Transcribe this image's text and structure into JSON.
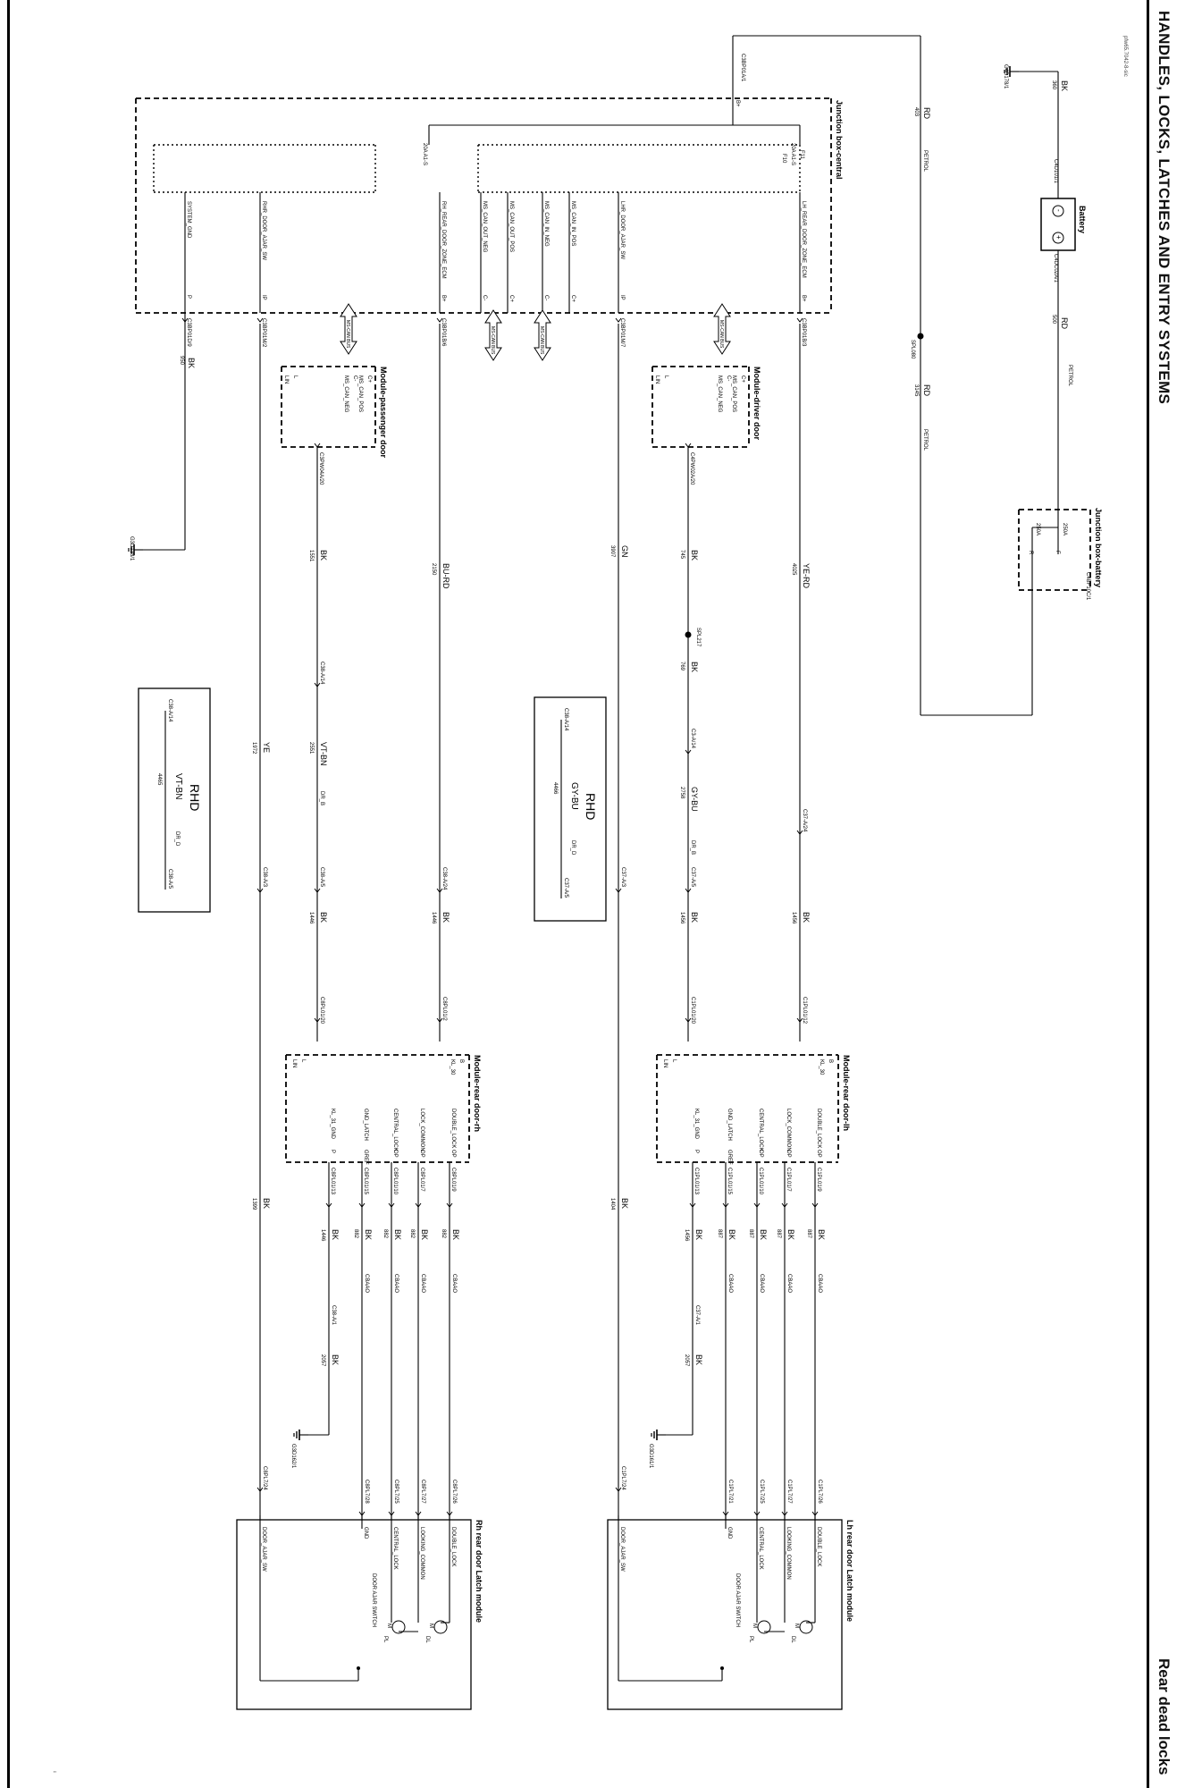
{
  "header": {
    "title": "HANDLES, LOCKS, LATCHES AND ENTRY SYSTEMS",
    "subtitle": "Rear dead locks",
    "ref_code": "pfw65.7042-8-sic"
  },
  "colors": {
    "line": "#000000",
    "background": "#ffffff"
  },
  "diagram": {
    "battery": {
      "title": "Battery",
      "pins": [
        "C4D101/1",
        "C4DC02A/1"
      ],
      "symbols": [
        "-",
        "+"
      ]
    },
    "jb_battery": {
      "title": "Junction box-battery",
      "conn": "C4BF10C/1",
      "fuse": "250A",
      "fuse_pins": [
        "F",
        "R"
      ],
      "fuse2": "250A"
    },
    "ground_battery": "G4D178/1",
    "jb_central": {
      "title": "Junction box-central",
      "top_conn": "C3BP01A/1",
      "top_pin": "B+",
      "fuse_left": {
        "rating": "20A",
        "type": "A1-S",
        "id": "F10",
        "label": "F11"
      },
      "fuse_right": {
        "rating": "20A",
        "type": "A1-S"
      },
      "outputs": [
        {
          "label": "LH_REAR_DOOR_ZONE_ECM",
          "pin": "B+",
          "conn": "C3BP01B/3"
        },
        {
          "label": "LHR_DOOR_AJAR_SW",
          "pin": "IP",
          "conn": "C3BP01M/7"
        },
        {
          "label": "MS_CAN_IN_POS",
          "pin": "C+"
        },
        {
          "label": "MS_CAN_IN_NEG",
          "pin": "C-"
        },
        {
          "label": "MS_CAN_OUT_POS",
          "pin": "C+"
        },
        {
          "label": "MS_CAN_OUT_NEG",
          "pin": "C-"
        },
        {
          "label": "RH_REAR_DOOR_ZONE_ECM",
          "pin": "B+",
          "conn": "C3BP01B/6"
        },
        {
          "label": "RHR_DOOR_AJAR_SW",
          "pin": "IP",
          "conn": "C3BP01M/2"
        },
        {
          "label": "SYSTEM_GND",
          "pin": "P",
          "conn": "C3BP01D/9"
        }
      ]
    },
    "wires_top": [
      {
        "color": "BK",
        "circuit": "360"
      },
      {
        "color": "RD",
        "circuit": "403",
        "note": "PETROL"
      },
      {
        "color": "RD",
        "circuit": "500",
        "note": "PETROL"
      },
      {
        "color": "RD",
        "circuit": "3145",
        "note": "PETROL"
      },
      {
        "splice": "SPL080"
      }
    ],
    "module_driver": {
      "title": "Module-driver door",
      "pins": [
        "C+",
        "C-",
        "L"
      ],
      "signals": [
        "MS_CAN_POS",
        "MS_CAN_NEG",
        "LIN"
      ],
      "conn": "C4PW02A/20",
      "can": "MS-CAN BUS"
    },
    "module_passenger": {
      "title": "Module-passenger door",
      "pins": [
        "C+",
        "C-",
        "L"
      ],
      "signals": [
        "MS_CAN_POS",
        "MS_CAN_NEG",
        "LIN"
      ],
      "conn": "C3PW04A/20",
      "can": "MS-CAN BUS"
    },
    "lh_chain": [
      {
        "color": "YE-RD",
        "circuit": "4025",
        "conn": "C37-A/24",
        "color2": "BK",
        "circuit2": "1456",
        "conn2": "C1PL01/12"
      },
      {
        "color": "GN",
        "circuit": "3907",
        "conn": "C37-A/3",
        "wire": "1404",
        "color2": "BK",
        "conn2": "C1PL7/24"
      },
      {
        "color": "BK",
        "circuit": "745",
        "splice": "SPL217",
        "color_b": "BK",
        "circuit_b": "769",
        "conn": "C3-A/14",
        "color2": "GY-BU",
        "circuit2": "2758",
        "note": "DR_B",
        "conn2": "C37-A/5",
        "color3": "BK",
        "circuit3": "1456",
        "conn3": "C1PL01/20"
      }
    ],
    "rh_chain": [
      {
        "color": "BU-RD",
        "circuit": "2150",
        "conn": "C38-A/24",
        "color2": "BK",
        "circuit2": "1446",
        "conn2": "C8PL01/2"
      },
      {
        "color": "YE",
        "circuit": "1972",
        "conn": "C38-A/3",
        "color2": "BK",
        "circuit2": "1399",
        "conn2": "C8PL7/24"
      },
      {
        "color": "BK",
        "circuit": "1551",
        "conn": "C38-A/14",
        "color2": "VT-BN",
        "circuit2": "2551",
        "note": "DR_B",
        "conn2": "C38-A/5",
        "color3": "BK",
        "circuit3": "1446",
        "conn3": "C8PL01/20"
      }
    ],
    "rhd_lh": {
      "title": "RHD",
      "from": "C38-A/14",
      "color": "GY-BU",
      "circuit": "4466",
      "note": "DR_D",
      "to": "C37-A/5"
    },
    "rhd_rh": {
      "title": "RHD",
      "from": "C38-A/14",
      "color": "VT-BN",
      "circuit": "4465",
      "note": "DR_D",
      "to": "C38-A/5"
    },
    "module_rear_lh": {
      "title": "Module-rear door-lh",
      "top": [
        {
          "pin": "B",
          "sig": "KL_30"
        },
        {
          "pin": "L",
          "sig": "LIN"
        }
      ],
      "outputs": [
        {
          "sig": "DOUBLE_LOCK",
          "pin": "OP",
          "conn": "C1PL01/9",
          "color": "BK",
          "circuit": "887",
          "wire": "CBAAO",
          "end": "C1PL7/26"
        },
        {
          "sig": "LOCK_COMMON",
          "pin": "OP",
          "conn": "C1PL01/7",
          "color": "BK",
          "circuit": "887",
          "wire": "CBAAO",
          "end": "C1PL7/27"
        },
        {
          "sig": "CENTRAL_LOCK",
          "pin": "OP",
          "conn": "C1PL01/10",
          "color": "BK",
          "circuit": "887",
          "wire": "CBAAO",
          "end": "C1PL7/25"
        },
        {
          "sig": "GND_LATCH",
          "pin": "GREF",
          "conn": "C1PL01/15",
          "color": "BK",
          "circuit": "887",
          "wire": "CBAAO",
          "end": "C1PL7/21"
        },
        {
          "sig": "KL_31_GND",
          "pin": "P",
          "conn": "C1PL01/13",
          "color": "BK",
          "circuit": "1456",
          "ground_conn": "C37-A/1",
          "color2": "BK",
          "circuit2": "2057",
          "ground": "G3D161/1"
        }
      ]
    },
    "module_rear_rh": {
      "title": "Module-rear door-rh",
      "top": [
        {
          "pin": "B",
          "sig": "KL_30"
        },
        {
          "pin": "L",
          "sig": "LIN"
        }
      ],
      "outputs": [
        {
          "sig": "DOUBLE_LOCK",
          "pin": "OP",
          "conn": "C8PL01/9",
          "color": "BK",
          "circuit": "882",
          "wire": "CBAAO",
          "end": "C8PL7/26"
        },
        {
          "sig": "LOCK_COMMON",
          "pin": "OP",
          "conn": "C8PL01/7",
          "color": "BK",
          "circuit": "882",
          "wire": "CBAAO",
          "end": "C8PL7/27"
        },
        {
          "sig": "CENTRAL_LOCK",
          "pin": "OP",
          "conn": "C8PL01/10",
          "color": "BK",
          "circuit": "882",
          "wire": "CBAAO",
          "end": "C8PL7/25"
        },
        {
          "sig": "GND_LATCH",
          "pin": "GREF",
          "conn": "C8PL01/15",
          "color": "BK",
          "circuit": "882",
          "wire": "CBAAO",
          "end": "C8PL7/28"
        },
        {
          "sig": "KL_31_GND",
          "pin": "P",
          "conn": "C8PL01/13",
          "color": "BK",
          "circuit": "1446",
          "ground_conn": "C38-A/1",
          "color2": "BK",
          "circuit2": "2057",
          "ground": "G3D162/1"
        }
      ]
    },
    "latch_lh": {
      "title": "Lh rear door Latch module",
      "labels": [
        "DOUBLE_LOCK",
        "LOOKING_COMMON",
        "CENTRAL_LOCK",
        "GND",
        "DOOR_AJAR_SW"
      ],
      "switch": "DOOR AJAR SWITCH",
      "motors": [
        "DL",
        "PL"
      ]
    },
    "latch_rh": {
      "title": "Rh rear door Latch module",
      "labels": [
        "DOUBLE_LOCK",
        "LOOKING_COMMON",
        "CENTRAL_LOCK",
        "GND",
        "DOOR_AJAR_SW"
      ],
      "switch": "DOOR AJAR SWITCH",
      "motors": [
        "DL",
        "PL"
      ]
    },
    "system_gnd": {
      "color": "BK",
      "circuit": "950",
      "ground": "G3D138/1"
    },
    "corner_mark": "\""
  }
}
